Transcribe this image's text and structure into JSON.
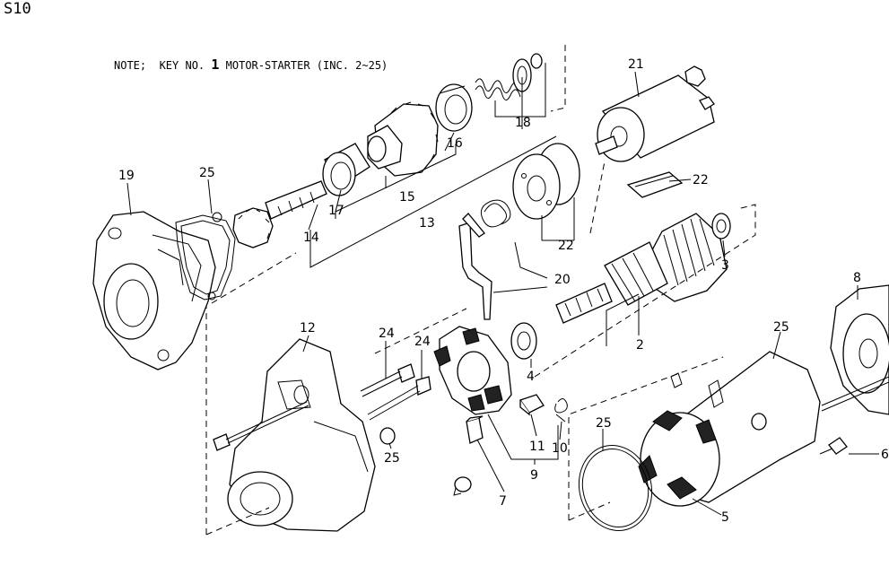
{
  "page_code": "S10",
  "note": {
    "prefix": "NOTE;  KEY NO.",
    "key_number": "1",
    "text": "MOTOR-STARTER (INC. 2~25)"
  },
  "callouts": [
    {
      "id": "c2",
      "label": "2"
    },
    {
      "id": "c3",
      "label": "3"
    },
    {
      "id": "c4",
      "label": "4"
    },
    {
      "id": "c5",
      "label": "5"
    },
    {
      "id": "c6",
      "label": "6"
    },
    {
      "id": "c7",
      "label": "7"
    },
    {
      "id": "c8",
      "label": "8"
    },
    {
      "id": "c9",
      "label": "9"
    },
    {
      "id": "c10",
      "label": "10"
    },
    {
      "id": "c11",
      "label": "11"
    },
    {
      "id": "c12",
      "label": "12"
    },
    {
      "id": "c13",
      "label": "13"
    },
    {
      "id": "c14",
      "label": "14"
    },
    {
      "id": "c15",
      "label": "15"
    },
    {
      "id": "c16",
      "label": "16"
    },
    {
      "id": "c17",
      "label": "17"
    },
    {
      "id": "c18",
      "label": "18"
    },
    {
      "id": "c19",
      "label": "19"
    },
    {
      "id": "c20",
      "label": "20"
    },
    {
      "id": "c21",
      "label": "21"
    },
    {
      "id": "c22a",
      "label": "22"
    },
    {
      "id": "c22b",
      "label": "22"
    },
    {
      "id": "c24a",
      "label": "24"
    },
    {
      "id": "c24b",
      "label": "24"
    },
    {
      "id": "c25a",
      "label": "25"
    },
    {
      "id": "c25b",
      "label": "25"
    },
    {
      "id": "c25c",
      "label": "25"
    },
    {
      "id": "c25d",
      "label": "25"
    }
  ]
}
